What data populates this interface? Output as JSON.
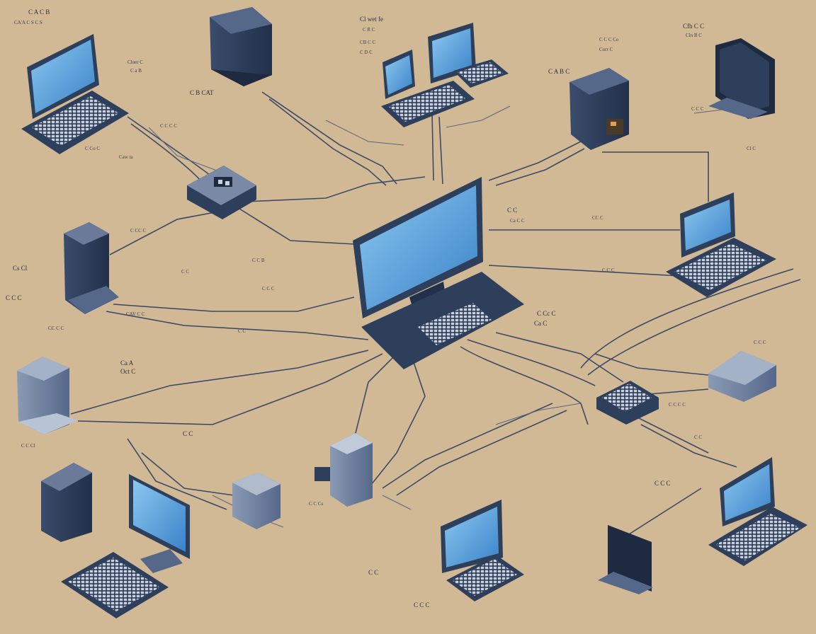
{
  "labels": {
    "l01": "C A C B",
    "l02": "CA'A C S C S",
    "l03": "C B CAT",
    "l04": "Cluer C",
    "l05": "C a B",
    "l06": "Cl wet fe",
    "l07": "C R C",
    "l08": "CB C C",
    "l09": "C D C",
    "l10": "C A B C",
    "l11": "C C C Co",
    "l12": "Corr C",
    "l13": "Cfh C C",
    "l14": "Cln B C",
    "l15": "C C C",
    "l16": "Cl C",
    "l17": "C C C C",
    "l18": "C Co C",
    "l19": "Caw ta",
    "l20": "C C",
    "l21": "Ca C C",
    "l22": "CC C",
    "l23": "Cs Cl",
    "l24": "C C C",
    "l25": "C CC C",
    "l26": "C C B",
    "l27": "C C",
    "l28": "C C C",
    "l29": "CAV C C",
    "l30": "CC C C",
    "l31": "C C",
    "l32": "C C C",
    "l33": "C Cc C",
    "l34": "Ca C",
    "l35": "Ca A",
    "l36": "Oct C",
    "l37": "C C C",
    "l38": "C C C C",
    "l39": "C C",
    "l40": "C C Cl",
    "l41": "C C",
    "l42": "C C C",
    "l43": "C C Cs",
    "l44": "C C",
    "l45": "C C C"
  },
  "colors": {
    "background": "#d2b996",
    "screen": "#5aa7e0",
    "device_dark": "#2e3f5c",
    "device_mid": "#4a5d7c",
    "wire": "#3c4a64"
  }
}
